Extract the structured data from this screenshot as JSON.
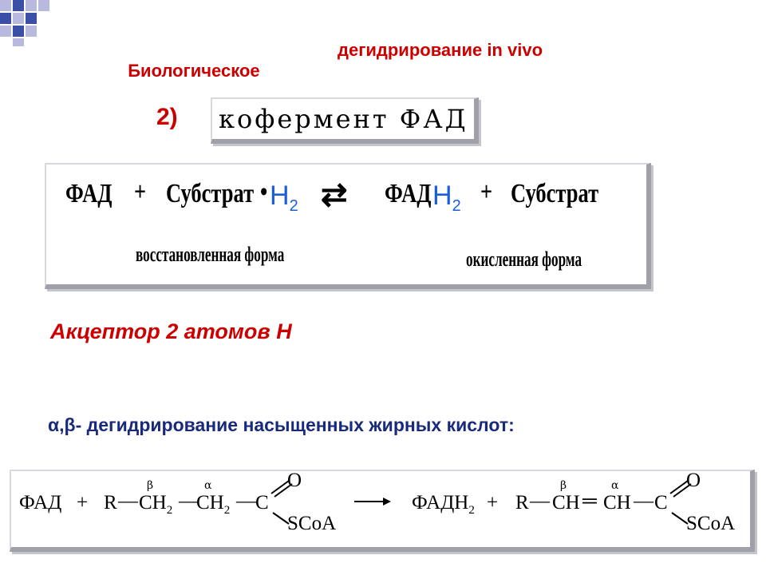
{
  "slide": {
    "title_part1": "Биологическое",
    "title_part2": "дегидрирование in vivo",
    "item_number": "2)",
    "coenzyme_label": "кофермент ФАД"
  },
  "reaction": {
    "fad": "ФАД",
    "plus1": "+",
    "substrate_reduced": "Субстрат",
    "dot": "•",
    "h2": "H",
    "h2_sub": "2",
    "arrow": "⇄",
    "fadh": "ФАД",
    "plus2": "+",
    "substrate_oxidized": "Субстрат",
    "reduced_form_label": "восстановленная форма",
    "oxidized_form_label": "окисленная форма"
  },
  "acceptor_text": "Акцептор 2 атомов H",
  "beta_text": "α,β- дегидрирование насыщенных жирных кислот:",
  "fatty_reaction": {
    "fad": "ФАД",
    "plus1": "+",
    "r": "R",
    "beta": "β",
    "alpha": "α",
    "ch2_a": "CH",
    "ch2_b": "CH",
    "sub2": "2",
    "c1": "C",
    "o1": "O",
    "scoa1": "SCoA",
    "fadh2": "ФАДН",
    "plus2": "+",
    "r2": "R",
    "ch_a": "CH",
    "ch_b": "CH",
    "c2": "C",
    "o2": "O",
    "scoa2": "SCoA"
  },
  "colors": {
    "title_red": "#cc0000",
    "blue_h": "#1a5fd8",
    "navy_text": "#1a2a7a",
    "corner_blue": "#3b4fa8",
    "corner_lavender": "#b9b9e0"
  }
}
